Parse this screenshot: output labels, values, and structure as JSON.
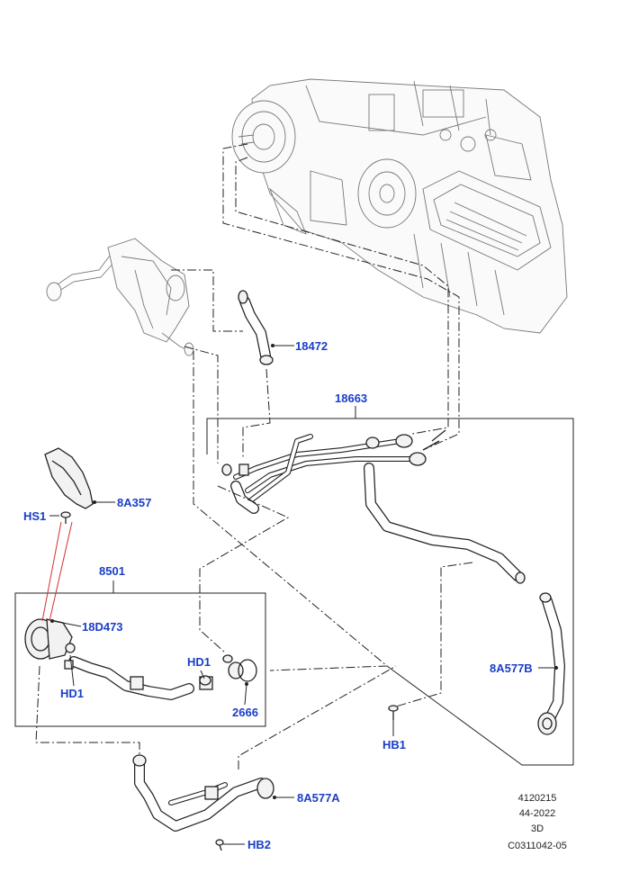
{
  "callouts": {
    "c18472": "18472",
    "c18663": "18663",
    "c8A357": "8A357",
    "cHS1": "HS1",
    "c8501": "8501",
    "c18D473": "18D473",
    "cHD1a": "HD1",
    "cHD1b": "HD1",
    "c2666": "2666",
    "c8A577B": "8A577B",
    "cHB1": "HB1",
    "c8A577A": "8A577A",
    "cHB2": "HB2"
  },
  "reference_block": [
    "4120215",
    "44-2022",
    "3D",
    "C0311042-05"
  ],
  "colors": {
    "callout": "#1a3ec8",
    "linework": "#222222",
    "leader_red": "#d43030"
  }
}
